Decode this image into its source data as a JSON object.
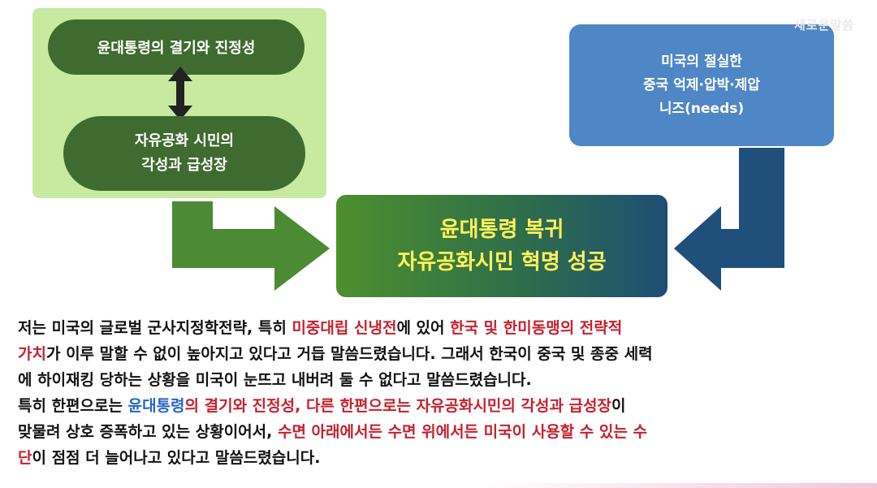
{
  "watermark": "새로운말씀",
  "left_panel": {
    "top_pill": "윤대통령의 결기와 진정성",
    "bottom_pill_line1": "자유공화 시민의",
    "bottom_pill_line2": "각성과 급성장"
  },
  "right_box": {
    "line1": "미국의 절실한",
    "line2": "중국 억제·압박·제압",
    "line3": "니즈(needs)"
  },
  "center_box": {
    "line1": "윤대통령 복귀",
    "line2": "자유공화시민 혁명 성공"
  },
  "colors": {
    "left_panel_bg": "#c7eaa0",
    "pill_green": "#3f6b30",
    "right_box_blue": "#4f86c6",
    "center_text_yellow": "#fff15a",
    "arrow_green": "#4d8a34",
    "arrow_navy": "#1f4f7a",
    "highlight_red": "#c8202c",
    "highlight_blue": "#2465c8"
  },
  "paragraph": {
    "l1_a": "저는 미국의 글로벌 군사지정학전략, 특히 ",
    "l1_b": "미중대립 신냉전",
    "l1_c": "에 있어 ",
    "l1_d": "한국 및 한미동맹의 전략적",
    "l2_a": "가치",
    "l2_b": "가 이루 말할 수 없이 높아지고 있다고 거듭 말씀드렸습니다. 그래서 한국이 중국 및 종중 세력",
    "l3": "에 하이재킹 당하는 상황을 미국이 눈뜨고 내버려 둘 수 없다고 말씀드렸습니다.",
    "l4_a": "특히  한편으로는 ",
    "l4_b": "윤대통령",
    "l4_c": "의 결기와 진정성, 다른 한편으로는 자유공화시민의 각성과 급성장",
    "l4_d": "이",
    "l5_a": "맞물려 상호 증폭하고 있는 상황이어서, ",
    "l5_b": "수면 아래에서든 수면 위에서든 미국이 사용할 수 있는 수",
    "l6_a": "단",
    "l6_b": "이 점점 더 늘어나고 있다고 말씀드렸습니다."
  }
}
